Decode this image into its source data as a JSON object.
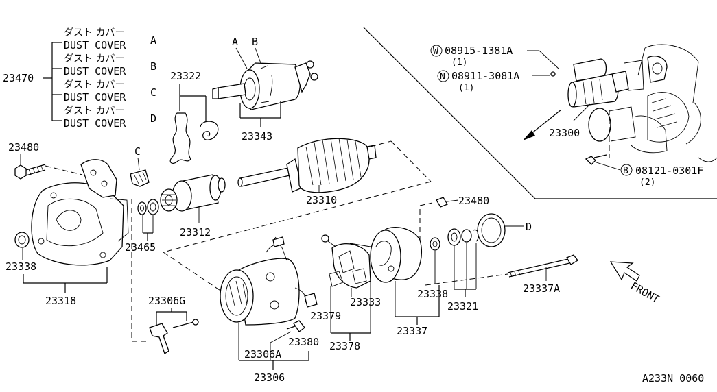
{
  "diagram_code": "A233N 0060",
  "front_label": "FRONT",
  "dust_covers": [
    {
      "jp": "ダスト カバー",
      "en": "DUST COVER",
      "letter": "A"
    },
    {
      "jp": "ダスト カバー",
      "en": "DUST COVER",
      "letter": "B"
    },
    {
      "jp": "ダスト カバー",
      "en": "DUST COVER",
      "letter": "C"
    },
    {
      "jp": "ダスト カバー",
      "en": "DUST COVER",
      "letter": "D"
    }
  ],
  "parts": {
    "p23470": "23470",
    "p23480_left": "23480",
    "p23480_right": "23480",
    "p23322": "23322",
    "p23343": "23343",
    "p23310": "23310",
    "p23312": "23312",
    "p23465": "23465",
    "p23338_left": "23338",
    "p23318": "23318",
    "p23306G": "23306G",
    "p23306A": "23306A",
    "p23306": "23306",
    "p23380": "23380",
    "p23379": "23379",
    "p23378": "23378",
    "p23333": "23333",
    "p23337": "23337",
    "p23338_right": "23338",
    "p23321": "23321",
    "p23337A": "23337A",
    "p23300": "23300"
  },
  "callout_letters": {
    "a": "A",
    "b": "B",
    "c": "C",
    "d": "D"
  },
  "fasteners": [
    {
      "symbol": "W",
      "number": "08915-1381A",
      "qty": "(1)"
    },
    {
      "symbol": "N",
      "number": "08911-3081A",
      "qty": "(1)"
    },
    {
      "symbol": "B",
      "number": "08121-0301F",
      "qty": "(2)"
    }
  ]
}
